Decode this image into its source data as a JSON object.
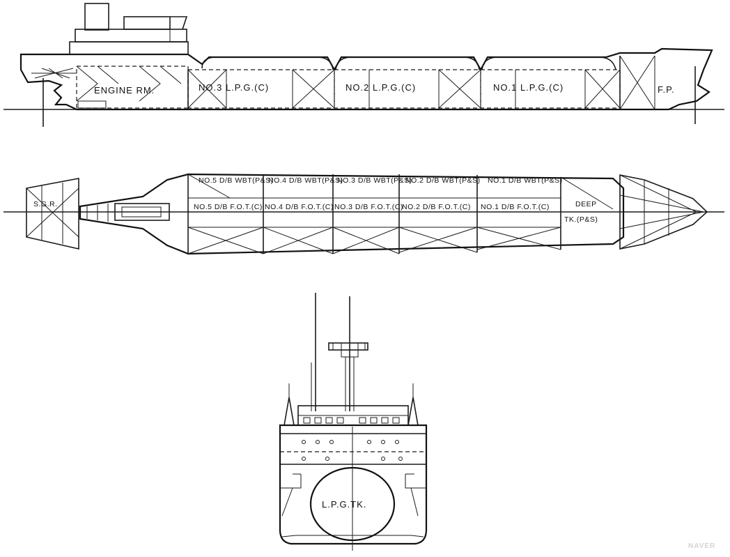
{
  "profile_labels": {
    "engine_room": "ENGINE RM.",
    "tank3": "NO.3 L.P.G.(C)",
    "tank2": "NO.2 L.P.G.(C)",
    "tank1": "NO.1 L.P.G.(C)",
    "fore_peak": "F.P."
  },
  "plan_labels": {
    "sgr": "S.G.R.",
    "wb_row": [
      "NO.5 D/B WBT(P&S)",
      "NO.4 D/B WBT(P&S)",
      "NO.3 D/B WBT(P&S)",
      "NO.2 D/B WBT(P&S)",
      "NO.1 D/B WBT(P&S)"
    ],
    "fot_row": [
      "NO.5 D/B F.O.T.(C)",
      "NO.4 D/B F.O.T.(C)",
      "NO.3 D/B F.O.T.(C)",
      "NO.2 D/B F.O.T.(C)",
      "NO.1 D/B F.O.T.(C)"
    ],
    "deep_tank_1": "DEEP",
    "deep_tank_2": "TK.(P&S)"
  },
  "section_labels": {
    "tank": "L.P.G.TK."
  },
  "watermark": "NAVER"
}
